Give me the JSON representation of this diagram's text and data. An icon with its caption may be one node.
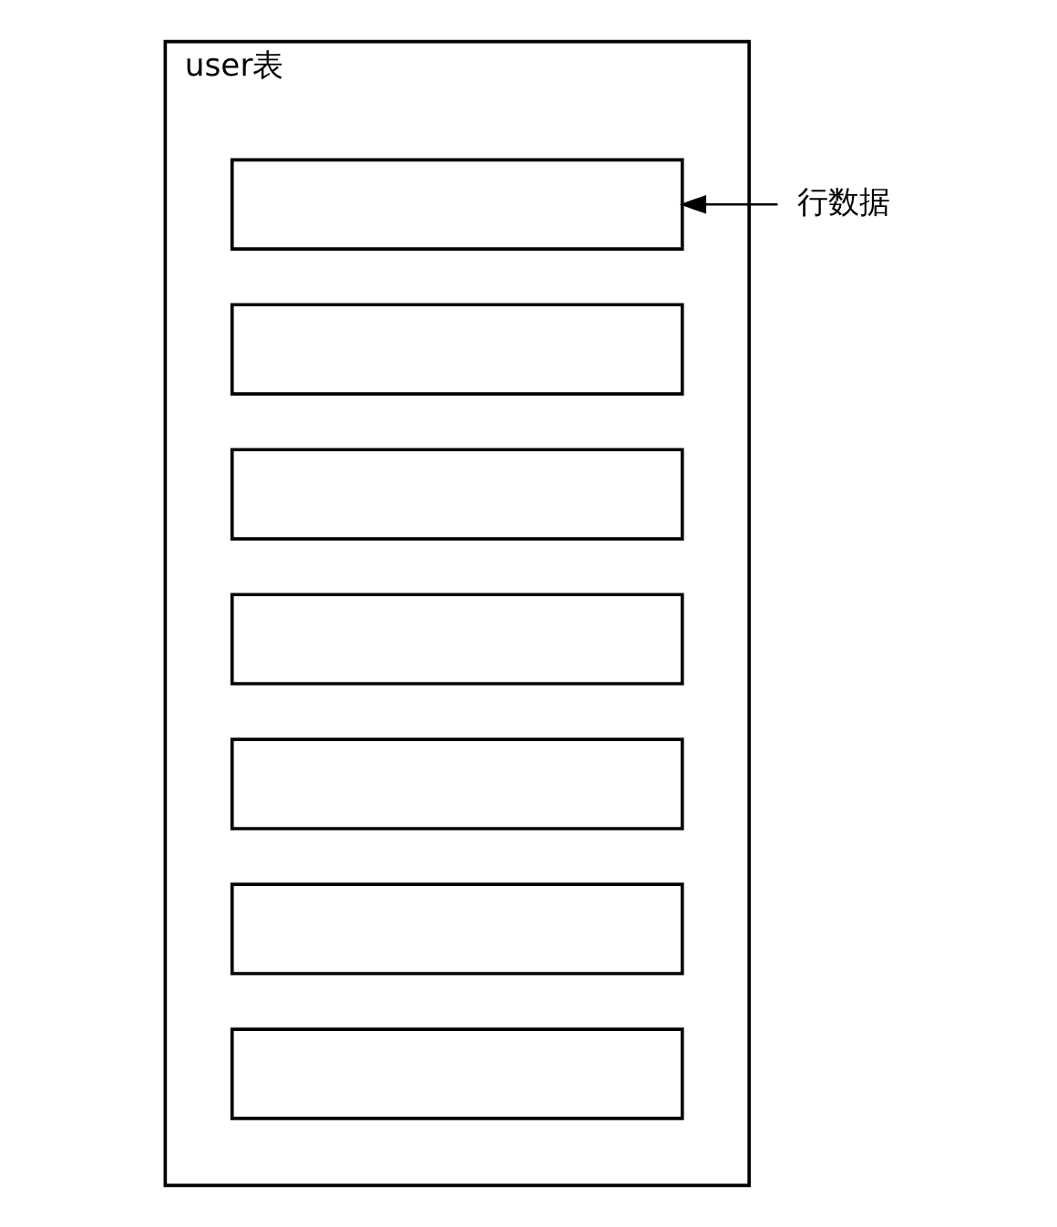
{
  "diagram": {
    "nodes": [
      {
        "text": [
          "user表"
        ]
      },
      {
        "text": [],
        "shape": "box",
        "in": 0
      },
      {
        "text": [],
        "shape": "box",
        "in": 0
      },
      {
        "text": [],
        "shape": "box",
        "in": 0
      },
      {
        "text": [],
        "shape": "box",
        "in": 0
      },
      {
        "text": [],
        "shape": "box",
        "in": 0
      },
      {
        "text": [],
        "shape": "box",
        "in": 0
      },
      {
        "text": [],
        "shape": "box",
        "in": 0
      },
      {
        "text": [
          "行数据"
        ]
      }
    ],
    "edges": [
      {
        "from": 8,
        "to": 1,
        "arrow": "to"
      }
    ]
  }
}
